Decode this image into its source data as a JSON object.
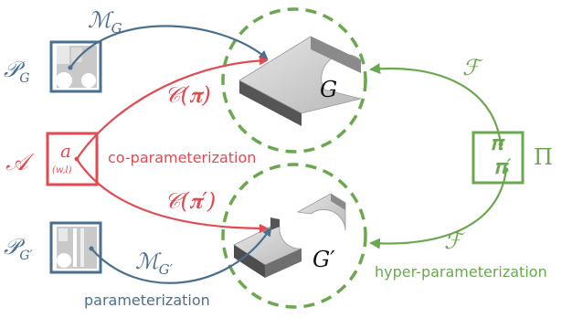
{
  "labels": {
    "m_g": "ℳ",
    "m_g_sub": "G",
    "p_g": "𝒫",
    "p_g_sub": "G",
    "p_gp": "𝒫",
    "p_gp_sub": "G′",
    "m_gp": "ℳ",
    "m_gp_sub": "G′",
    "c_pi": "𝒞(𝛑)",
    "c_pip": "𝒞(𝛑′)",
    "cal_a": "𝒜",
    "a_top": "a",
    "a_sub": "(w,l)",
    "co_param": "co-parameterization",
    "g": "G",
    "g_prime": "G′",
    "f_top": "ℱ",
    "f_bottom": "ℱ",
    "pi": "𝛑",
    "pi_prime": "𝛑′",
    "cap_pi": "Π",
    "hyper_param": "hyper-parameterization",
    "param": "parameterization"
  },
  "colors": {
    "blue": "#4a6f8f",
    "red": "#e24a4f",
    "green": "#6aa84f"
  }
}
